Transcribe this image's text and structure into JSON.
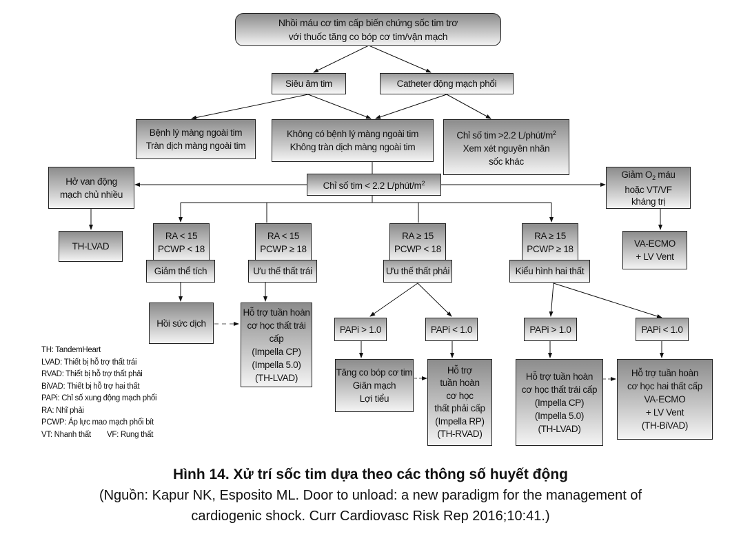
{
  "nodes": {
    "root": {
      "text": "Nhồi máu cơ tim cấp biến chứng sốc tim trơ\nvới thuốc tăng co bóp cơ tim/vận mạch"
    },
    "echo": {
      "text": "Siêu âm tim"
    },
    "pa_catheter": {
      "text": "Catheter động mạch phổi"
    },
    "pericardial": {
      "text": "Bệnh lý màng ngoài tim\nTràn dịch màng ngoài tim"
    },
    "no_pericardial": {
      "text": "Không có bệnh lý màng ngoài tim\nKhông tràn dịch màng ngoài tim"
    },
    "ci_high": {
      "line1": "Chỉ số tim >2.2 L/phút/m",
      "line1_sup": "2",
      "rest": "Xem xét nguyên nhân\nsốc khác"
    },
    "ci_low": {
      "text": "Chỉ số tim < 2.2 L/phút/m",
      "sup": "2"
    },
    "ai": {
      "text": "Hở van động\nmạch chủ nhiều"
    },
    "th_lvad_left": {
      "text": "TH-LVAD"
    },
    "hypox": {
      "pre": "Giảm O",
      "sub": "2",
      "post": " máu",
      "rest": "hoặc VT/VF\nkháng trị"
    },
    "vaecmo_right": {
      "text": "VA-ECMO\n+ LV Vent"
    },
    "ra1": {
      "text": "RA < 15\nPCWP < 18"
    },
    "ra2": {
      "text": "RA < 15\nPCWP ≥ 18"
    },
    "ra3": {
      "text": "RA ≥ 15\nPCWP < 18"
    },
    "ra4": {
      "text": "RA ≥ 15\nPCWP ≥ 18"
    },
    "hypovolemia": {
      "text": "Giảm thể tích"
    },
    "lv_dominant": {
      "text": "Ưu thế thất trái"
    },
    "rv_dominant": {
      "text": "Ưu thế thất phải"
    },
    "biv": {
      "text": "Kiểu hình hai thất"
    },
    "fluid": {
      "text": "Hồi sức dịch"
    },
    "lv_mcs_mid": {
      "text": "Hỗ trợ tuần hoàn\ncơ học thất trái cấp\n(Impella CP)\n(Impella 5.0)\n(TH-LVAD)"
    },
    "papi_gt_rv": {
      "text": "PAPi > 1.0"
    },
    "papi_lt_rv": {
      "text": "PAPi < 1.0"
    },
    "papi_gt_bi": {
      "text": "PAPi > 1.0"
    },
    "papi_lt_bi": {
      "text": "PAPi < 1.0"
    },
    "inotrope": {
      "text": "Tăng co bóp cơ tim\nGiãn mạch\nLợi tiểu"
    },
    "rv_mcs": {
      "text": "Hỗ trợ\ntuần hoàn\ncơ học\nthất phải cấp\n(Impella RP)\n(TH-RVAD)"
    },
    "lv_mcs_right": {
      "text": "Hỗ trợ tuần hoàn\ncơ học thất trái cấp\n(Impella CP)\n(Impella 5.0)\n(TH-LVAD)"
    },
    "biv_mcs": {
      "text": "Hỗ trợ tuần hoàn\ncơ học hai thất cấp\nVA-ECMO\n+ LV Vent\n(TH-BiVAD)"
    }
  },
  "legend": [
    "TH: TandemHeart",
    "LVAD: Thiết bị hỗ trợ thất trái",
    "RVAD: Thiết bị hỗ trợ thất phải",
    "BiVAD: Thiết bị hỗ trợ hai thất",
    "PAPi: Chỉ số xung động mạch phổi",
    "RA: Nhĩ phải",
    "PCWP: Áp lực mao mạch phổi bít",
    "VT: Nhanh thất        VF: Rung thất"
  ],
  "caption": {
    "title": "Hình 14. Xử trí sốc tim dựa theo các thông số huyết động",
    "source_line1": "(Nguồn: Kapur NK, Esposito ML. Door to unload: a new paradigm for the management of",
    "source_line2": "cardiogenic shock. Curr Cardiovasc Risk Rep 2016;10:41.)"
  }
}
